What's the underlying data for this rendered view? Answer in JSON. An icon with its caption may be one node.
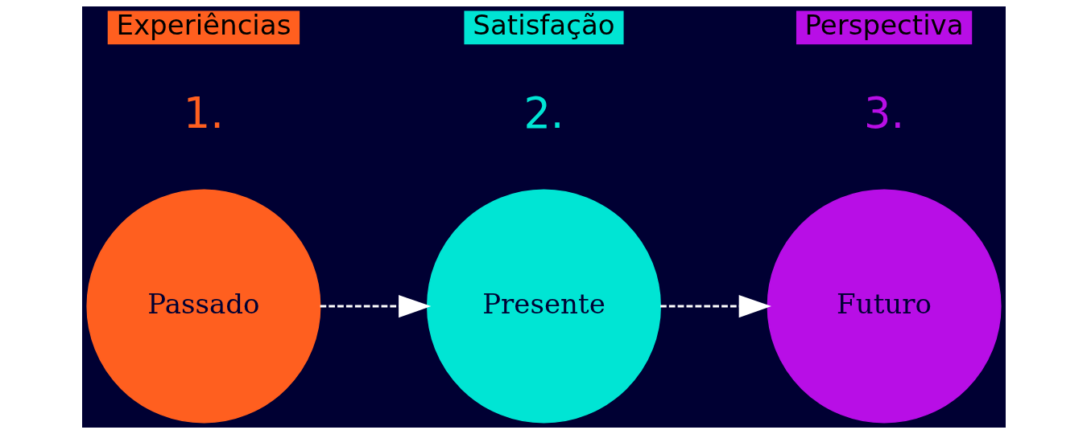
{
  "diagram": {
    "nodes": [
      {
        "text": [
          "Passado"
        ],
        "beside": [
          "1.",
          "Experiências"
        ]
      },
      {
        "text": [
          "Presente"
        ],
        "beside": [
          "2.",
          "Satisfação"
        ]
      },
      {
        "text": [
          "Futuro"
        ],
        "beside": [
          "3.",
          "Perspectiva"
        ]
      }
    ],
    "edges": [
      {
        "from": 0,
        "to": 1,
        "arrow": "to",
        "style": "dashed"
      },
      {
        "from": 1,
        "to": 2,
        "arrow": "to",
        "style": "dashed"
      }
    ]
  }
}
